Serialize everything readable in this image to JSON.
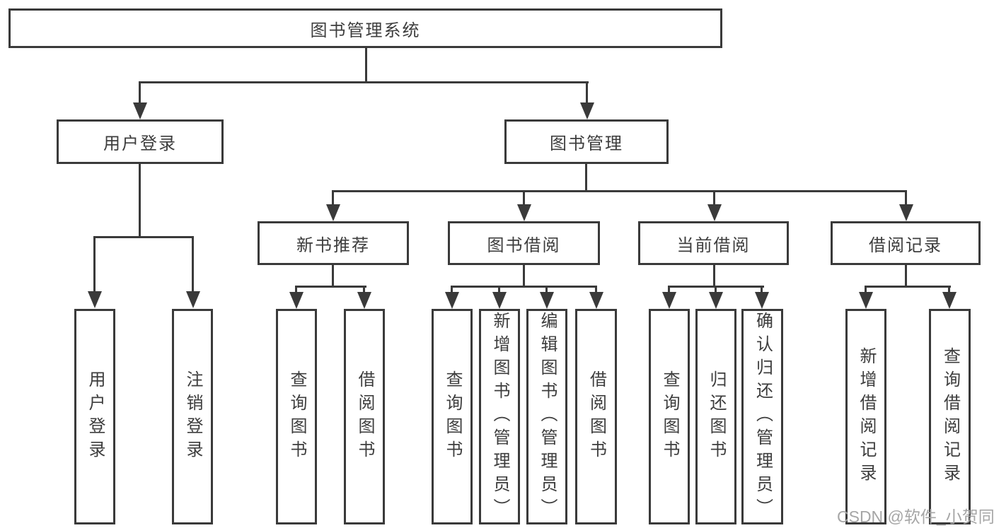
{
  "page": {
    "background_color": "#ffffff",
    "line_color": "#3a3a3a",
    "text_color": "#3d3d3d",
    "watermark_color": "#a6a6a6"
  },
  "diagram": {
    "root": "图书管理系统",
    "level2": {
      "user_login": "用户登录",
      "book_management": "图书管理"
    },
    "level3": {
      "new_book_recommend": "新书推荐",
      "book_borrowing": "图书借阅",
      "current_borrowing": "当前借阅",
      "borrowing_records": "借阅记录"
    },
    "leaves": {
      "user_login": [
        "用户登录",
        "注销登录"
      ],
      "new_book_recommend": [
        "查询图书",
        "借阅图书"
      ],
      "book_borrowing": [
        "查询图书",
        "新增图书（管理员）",
        "编辑图书（管理员）",
        "借阅图书"
      ],
      "current_borrowing": [
        "查询图书",
        "归还图书",
        "确认归还（管理员）"
      ],
      "borrowing_records": [
        "新增借阅记录",
        "查询借阅记录"
      ]
    },
    "watermark": "CSDN @软件_小贺同学"
  }
}
